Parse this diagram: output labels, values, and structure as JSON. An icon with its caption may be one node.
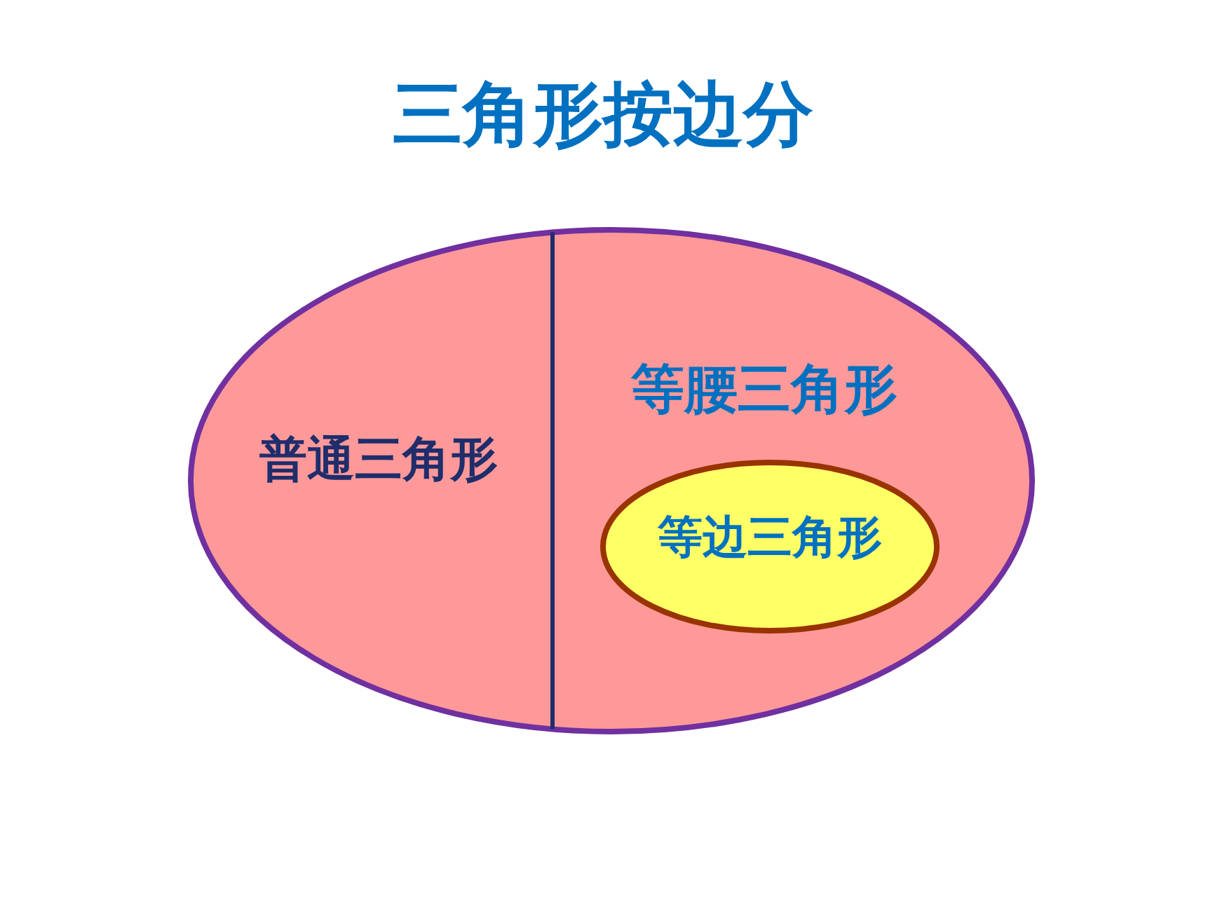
{
  "diagram": {
    "title": "三角形按边分",
    "nodes": [
      {
        "text": [
          "普通三角形",
          "等腰三角形"
        ]
      },
      {
        "text": [
          "等边三角形"
        ],
        "in": 0
      }
    ]
  }
}
